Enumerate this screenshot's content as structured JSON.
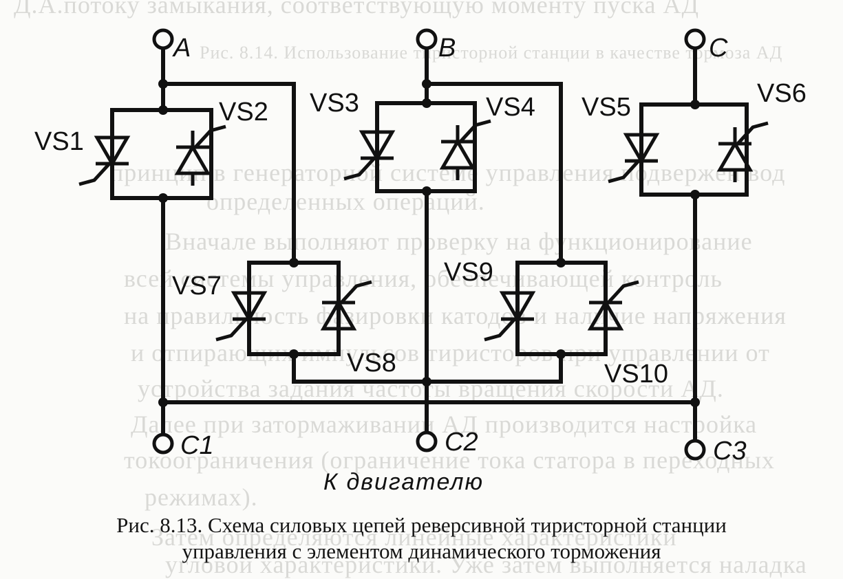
{
  "figure": {
    "terminals": {
      "a": "A",
      "b": "B",
      "c": "C",
      "c1": "C1",
      "c2": "C2",
      "c3": "C3"
    },
    "devices": {
      "vs1": "VS1",
      "vs2": "VS2",
      "vs3": "VS3",
      "vs4": "VS4",
      "vs5": "VS5",
      "vs6": "VS6",
      "vs7": "VS7",
      "vs8": "VS8",
      "vs9": "VS9",
      "vs10": "VS10"
    },
    "motor_label": "К двигателю",
    "caption_line1": "Рис. 8.13. Схема силовых цепей реверсивной тиристорной станции",
    "caption_line2": "управления с элементом динамического торможения"
  },
  "bleed_through": {
    "line1": "Д.А.потоку замыкания, соответствующую моменту пуска АД",
    "line2": "принцип в генераторной системе управления подвержен вод",
    "line3": "определенных операций.",
    "line4": "Вначале выполняют проверку на функционирование",
    "line5": "всей системы управления, обеспечивающей контроль",
    "line6": "на правильность фазировки катодов и наличие напряжения",
    "line7": "и отпирающих импульсов тиристоров при управлении от",
    "line8": "устройства задания частоты вращения скорости АД.",
    "line9": "Далее при затормаживании АД производится настройка",
    "line10": "токоограничения (ограничение тока статора в переходных",
    "line11": "режимах).",
    "line12": "Затем определяются линейные характеристики",
    "line13": "угловой характеристики. Уже затем выполняется наладка",
    "fig_ref": "Рис. 8.14. Использование тиристорной станции в качестве тормоза АД"
  },
  "colors": {
    "ink": "#111111",
    "paper": "#fbfbf9",
    "bleed": "#d4d4d0"
  }
}
